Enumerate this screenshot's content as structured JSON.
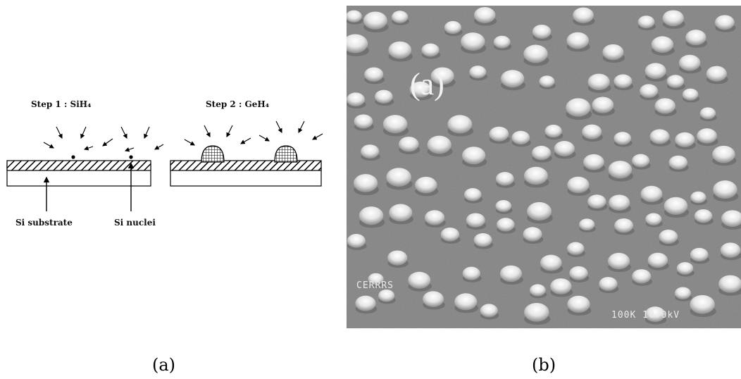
{
  "left_panel": {
    "step1_label": "Step 1 : SiH₄",
    "step2_label": "Step 2 : GeH₄",
    "substrate_label": "Si substrate",
    "nuclei_label": "Si nuclei",
    "caption": "(a)"
  },
  "right_panel": {
    "inset_label": "(a)",
    "bottom_left_text": "CERRRS",
    "bottom_right_text": "100K 10.0kV",
    "caption": "(b)"
  },
  "colors": {
    "micro_background": "#8f8f8f",
    "dot_highlight": "#ffffff"
  }
}
